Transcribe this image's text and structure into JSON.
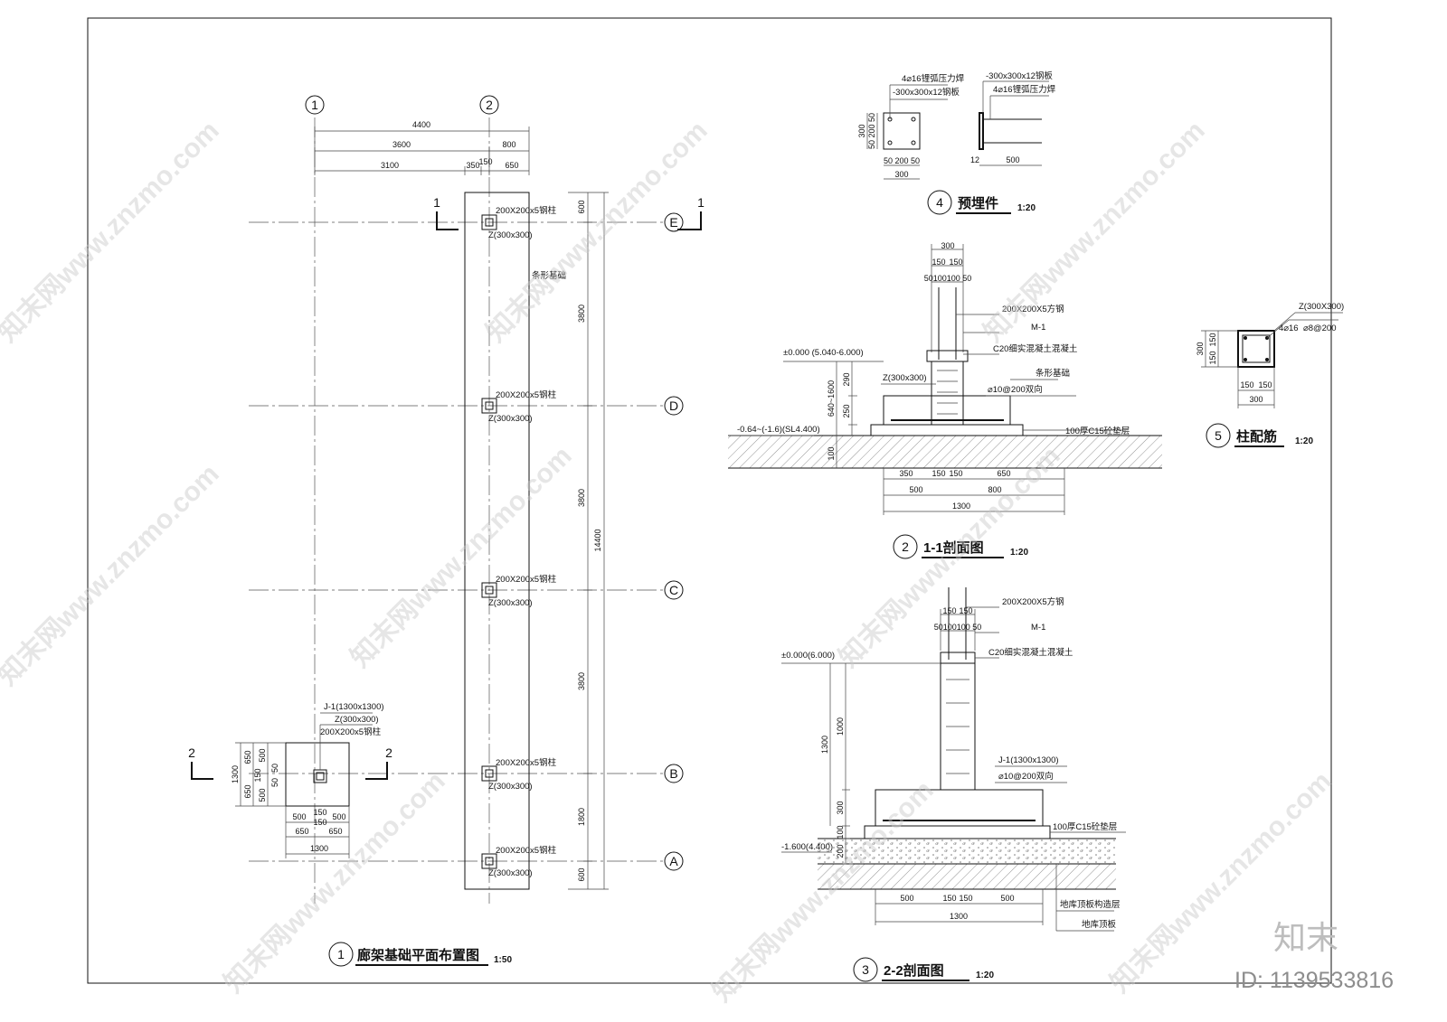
{
  "plan": {
    "axes_v": [
      "1",
      "2"
    ],
    "axes_h": [
      "E",
      "D",
      "C",
      "B",
      "A"
    ],
    "dims_top": [
      "4400",
      "3600",
      "800",
      "3100",
      "350",
      "150",
      "650"
    ],
    "dims_right": [
      "600",
      "3800",
      "3800",
      "3800",
      "1800",
      "600"
    ],
    "dim_total": "14400",
    "column_label": "200X200x5钢柱",
    "pier_label": "Z(300x300)",
    "strip_label": "条形基础",
    "section_mark": "1",
    "footing": {
      "label_j": "J-1(1300x1300)",
      "label_z": "Z(300x300)",
      "label_col": "200X200x5钢柱",
      "section_mark": "2",
      "dims_left": [
        "1300",
        "650",
        "650",
        "500",
        "50",
        "150",
        "50",
        "500"
      ],
      "dims_bottom": [
        "150",
        "500",
        "150",
        "500",
        "650",
        "650",
        "1300"
      ]
    },
    "title": {
      "num": "1",
      "text": "廊架基础平面布置图",
      "scale": "1:50"
    }
  },
  "embed": {
    "labels": [
      "4⌀16锂弧压力焊",
      "-300x300x12钢板",
      "-300x300x12钢板",
      "4⌀16锂弧压力焊"
    ],
    "dims_left": [
      "300",
      "50",
      "200",
      "50"
    ],
    "dims_bottom": [
      "50",
      "200",
      "50",
      "300"
    ],
    "dims_side": [
      "12",
      "500"
    ],
    "title": {
      "num": "4",
      "text": "预埋件",
      "scale": "1:20"
    }
  },
  "sec1": {
    "dims_top": [
      "300",
      "150",
      "150",
      "50100100 50"
    ],
    "labels": [
      "200X200X5方钢",
      "M-1",
      "C20细实混凝土混凝土",
      "Z(300x300)",
      "条形基础",
      "⌀10@200双向",
      "100厚C15砼垫层"
    ],
    "levels": [
      "±0.000 (5.040-6.000)",
      "-0.64~(-1.6)(SL4.400)"
    ],
    "dims_left": [
      "640~1600",
      "290",
      "250",
      "100"
    ],
    "dims_bottom": [
      "350",
      "150",
      "150",
      "650",
      "500",
      "800",
      "1300"
    ],
    "title": {
      "num": "2",
      "text": "1-1剖面图",
      "scale": "1:20"
    }
  },
  "sec2": {
    "dims_top": [
      "150",
      "150",
      "50100100 50"
    ],
    "labels": [
      "200X200X5方钢",
      "M-1",
      "C20细实混凝土混凝土",
      "J-1(1300x1300)",
      "⌀10@200双向",
      "100厚C15砼垫层",
      "地库顶板构造层",
      "地库顶板"
    ],
    "levels": [
      "±0.000(6.000)",
      "-1.600(4.400)"
    ],
    "dims_left": [
      "1300",
      "1000",
      "300",
      "100",
      "200"
    ],
    "dims_bottom": [
      "500",
      "150",
      "150",
      "500",
      "1300"
    ],
    "title": {
      "num": "3",
      "text": "2-2剖面图",
      "scale": "1:20"
    }
  },
  "colrebar": {
    "labels": [
      "Z(300X300)",
      "4⌀16",
      "⌀8@200"
    ],
    "dims_left": [
      "300",
      "150",
      "150"
    ],
    "dims_bottom": [
      "150",
      "150",
      "300"
    ],
    "title": {
      "num": "5",
      "text": "柱配筋",
      "scale": "1:20"
    }
  },
  "watermark": {
    "text": "知末网www.znzmo.com",
    "brand": "知末",
    "id": "ID: 1139533816"
  }
}
